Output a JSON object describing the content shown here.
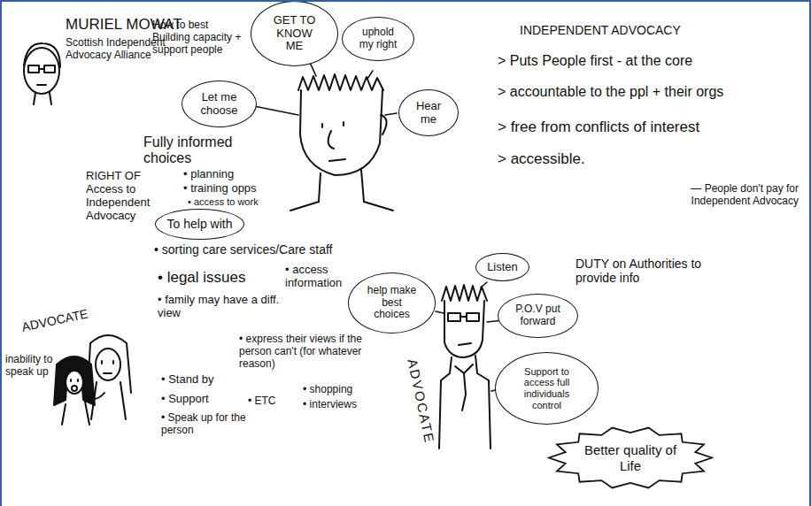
{
  "diagram": {
    "nodes": [
      {
        "text": [
          "GET TO KNOW ME"
        ]
      },
      {
        "text": [
          "uphold my right"
        ]
      },
      {
        "text": [
          "Let me choose"
        ]
      },
      {
        "text": [
          "Hear me"
        ]
      },
      {
        "text": [
          "To help with"
        ]
      },
      {
        "text": [
          "Listen"
        ]
      },
      {
        "text": [
          "help make best choices"
        ]
      },
      {
        "text": [
          "P.O.V put forward"
        ]
      },
      {
        "text": [
          "Support to access full individuals control"
        ]
      },
      {
        "text": [
          "Better quality of Life"
        ]
      }
    ],
    "labels": [
      "MURIEL MOWAT",
      "Scottish Independent Advocacy Alliance",
      "How to best Building capacity + support people",
      "Fully informed choices",
      "RIGHT OF Access to Independent Advocacy",
      "• planning",
      "• training opps",
      "• access to work",
      "ADVOCATE",
      "inability to speak up",
      "• sorting care services/Care staff",
      "• legal issues",
      "• access information",
      "• family may have a diff. view",
      "• express their views if the person can't (for whatever reason)",
      "• Stand by",
      "• Support",
      "• Speak up for the person",
      "• ETC",
      "• shopping",
      "• interviews",
      "ADVOCATE",
      "INDEPENDENT ADVOCACY",
      "> Puts People first - at the core",
      "> accountable to the ppl + their orgs",
      "> free from conflicts of interest",
      "> accessible.",
      "— People don't pay for Independent Advocacy",
      "DUTY on Authorities to provide info"
    ]
  }
}
